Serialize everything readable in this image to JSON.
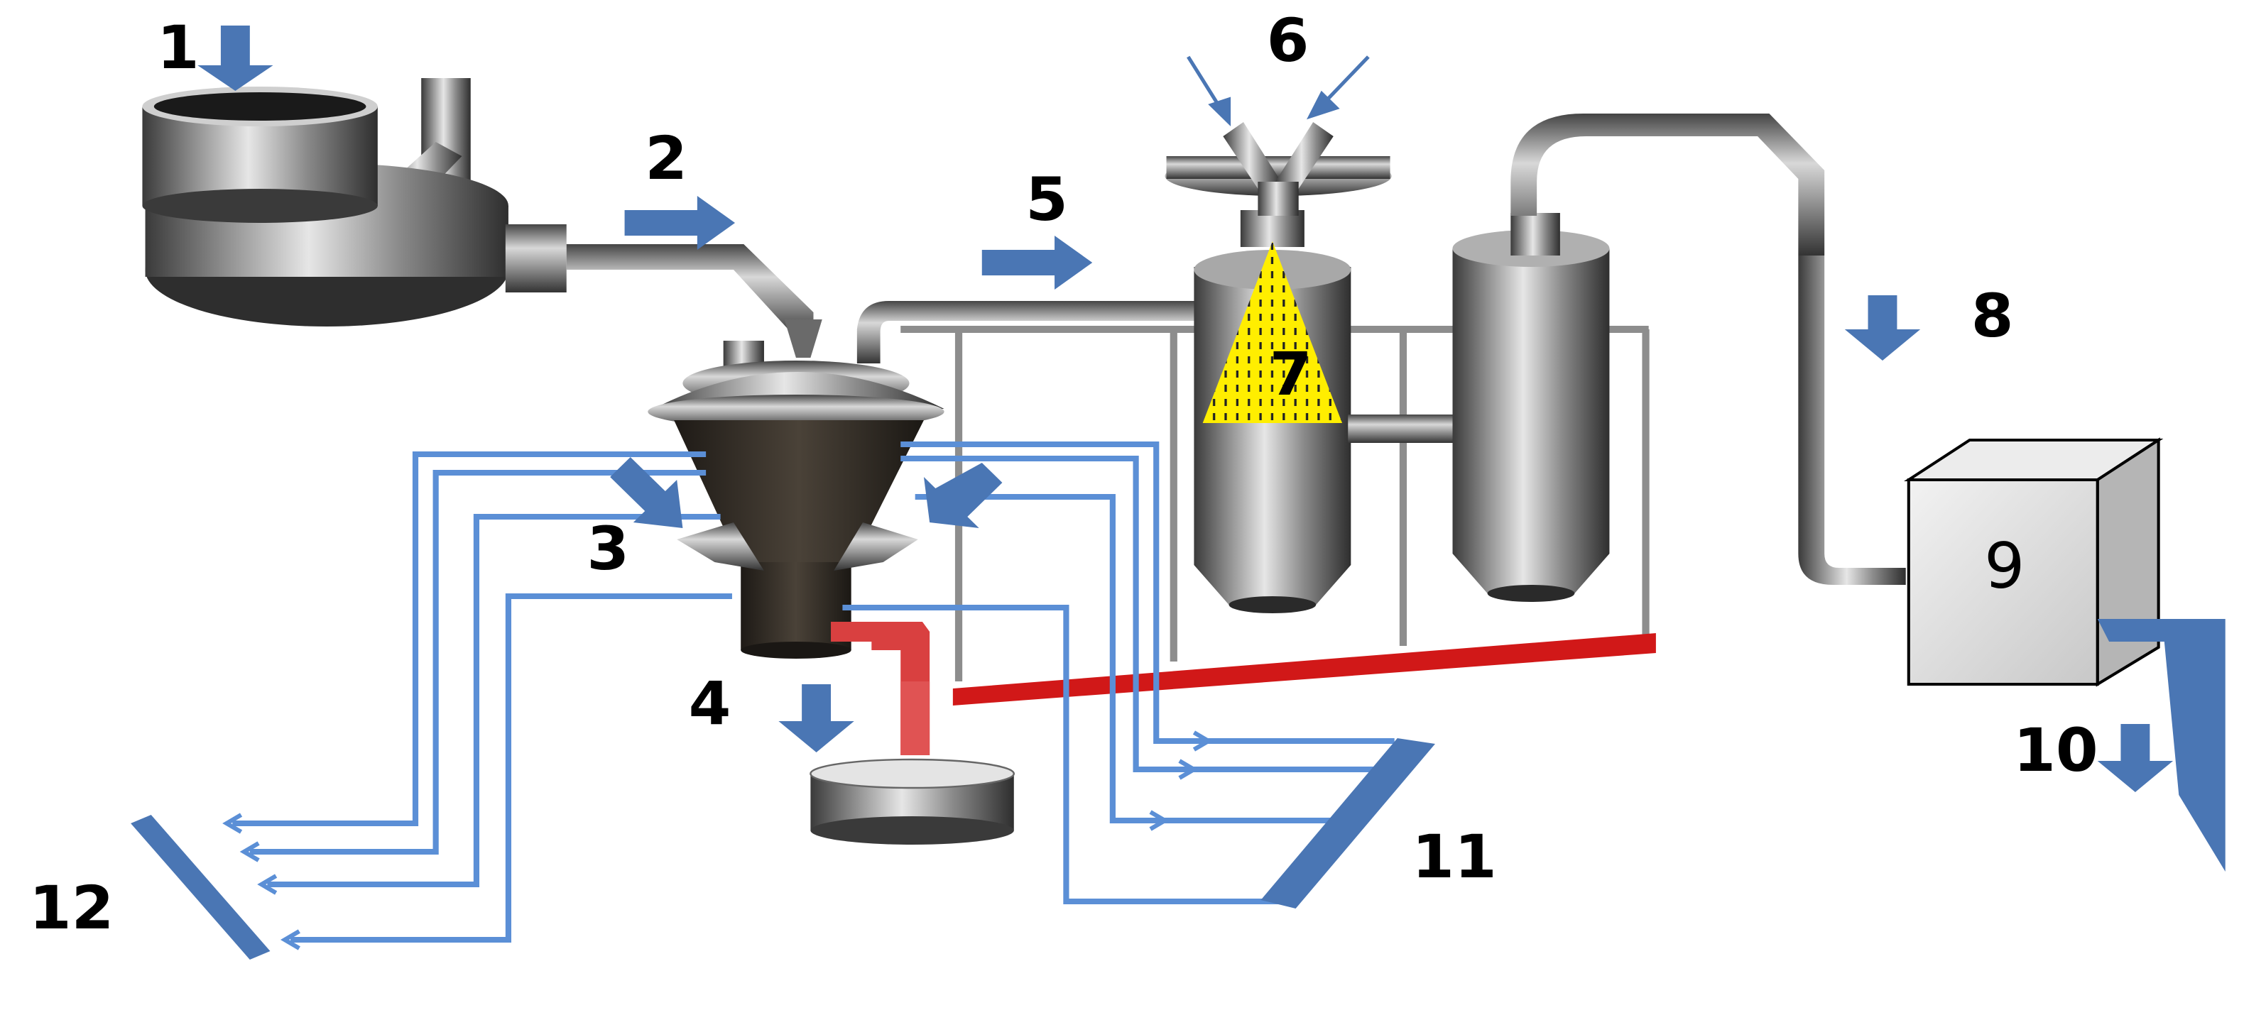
{
  "labels": {
    "n1": "1",
    "n2": "2",
    "n3": "3",
    "n4": "4",
    "n5": "5",
    "n6": "6",
    "n7": "7",
    "n8": "8",
    "n9": "9",
    "n10": "10",
    "n11": "11",
    "n12": "12"
  },
  "colors": {
    "arrow": "#4a76b4",
    "pipe_blue": "#5b8fd6",
    "red_frame": "#d11818",
    "yellow_spray": "#ffee00"
  }
}
